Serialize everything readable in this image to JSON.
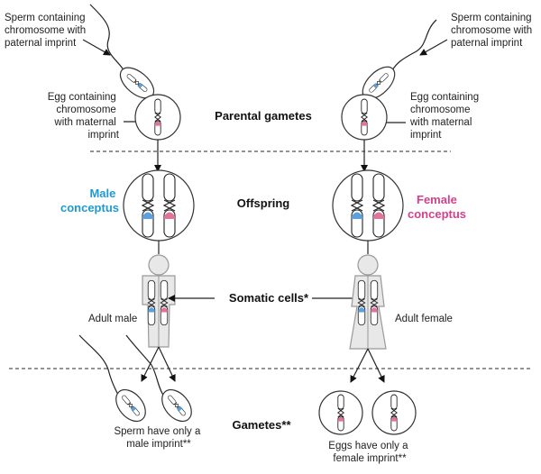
{
  "title": "Genomic imprinting inheritance diagram",
  "colors": {
    "paternal": "#5aa0dc",
    "maternal": "#e2739c",
    "male_label": "#1e9ad2",
    "female_label": "#d2428c",
    "body": "#e8e8e8"
  },
  "rows": {
    "parental_gametes": "Parental gametes",
    "offspring": "Offspring",
    "somatic_cells": "Somatic cells*",
    "gametes": "Gametes**"
  },
  "left": {
    "sperm_label": [
      "Sperm containing",
      "chromosome with",
      "paternal imprint"
    ],
    "egg_label": [
      "Egg containing",
      "chromosome",
      "with maternal",
      "imprint"
    ],
    "conceptus_label": [
      "Male",
      "conceptus"
    ],
    "adult_label": "Adult male",
    "gamete_label": [
      "Sperm have only a",
      "male imprint**"
    ]
  },
  "right": {
    "sperm_label": [
      "Sperm containing",
      "chromosome with",
      "paternal imprint"
    ],
    "egg_label": [
      "Egg containing",
      "chromosome",
      "with maternal",
      "imprint"
    ],
    "conceptus_label": [
      "Female",
      "conceptus"
    ],
    "adult_label": "Adult female",
    "gamete_label": [
      "Eggs have only a",
      "female imprint**"
    ]
  }
}
